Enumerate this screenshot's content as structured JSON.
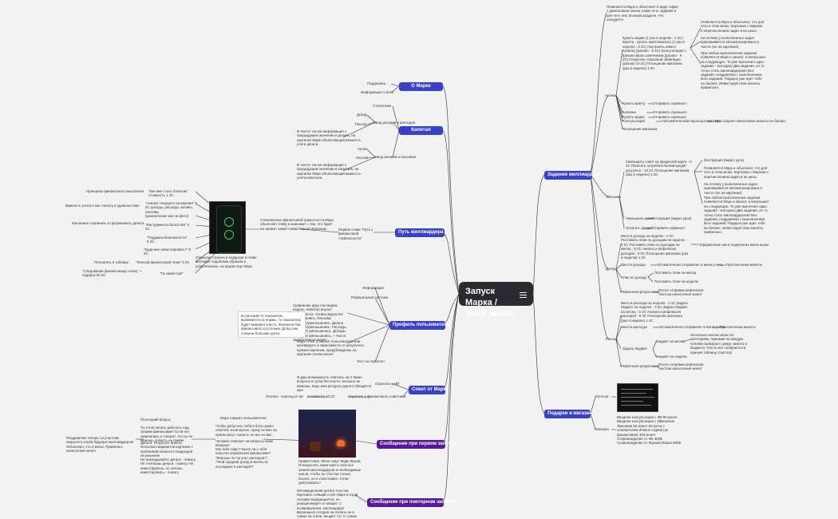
{
  "central": {
    "title": "Запуск Марка / start/ меню",
    "icon": "menu-icon"
  },
  "topics": {
    "o_marke": "О Марке",
    "kapital": "Капитал",
    "put": "Путь миллиардера",
    "profil": "Профиль пользователя",
    "sovet": "Совет от Марка",
    "soob1": "Сообщение при первом запуске",
    "soob2": "Сообщение при повторном запуске",
    "zadaniya": "Задания миллиардера",
    "podarki": "Подарки и магазин"
  },
  "o_marke": {
    "podderzhka": "Поддержка",
    "info": "Информация о боте"
  },
  "kapital": {
    "statistika": "Статистика",
    "vvod_dohodov": "Ввод доходов и расходов",
    "dohod": "Доход",
    "rashod": "Расход",
    "note1": "В тексте так же информация о предыдущем значении и делить, на картинке Марк объясняющий важность учета деньги.",
    "vvod_aktivov": "Ввод активов и пассивов",
    "aktivy": "Актив",
    "passivy": "Пассив",
    "note2": "В тексте так же информация о предыдущем значении в капитале, на картинке Марк объясняющий важность учета капитала."
  },
  "put": {
    "intro": "Становление финансовой грамотности Марк объясняет главу и знакомит с тем, что будет на экране, какая глава Иванов Жуковым",
    "first": "Первая глава \"Путь к финансовой стабильности\"",
    "screen_caption": "Открытие строчек и подарков в главе выглядит подобным образом в развлечениях, на рядом еще Марк",
    "items": [
      {
        "label": "\"Как мне стать богатым\" стоимость 1 2С",
        "left": "Принципы финансового мышления"
      },
      {
        "label": "\"Анализ текущего положения\" 2 2С доходы, расходы, активы, пассивы",
        "left": "Важность учета и как считать в удовольствие"
      },
      {
        "label": "(развлечение как на фото)",
        "left": ""
      },
      {
        "label": "\"Инструменты богатства\" 3 2С",
        "left": "Как можно сохранить и преумножить деньги"
      },
      {
        "label": "\"Подушка безопасности\" 5 2С",
        "left": ""
      },
      {
        "label": "\"Куда мне инвестировать?\" 5 2С",
        "left": ""
      },
      {
        "label": "\"Личный финансовый план\" 5 2С",
        "left": "Поплатить в таблице"
      },
      {
        "label": "\"Ты инвестор!\"",
        "left": "\"Следование финансовому плану\" + подарок 20 2С"
      }
    ]
  },
  "profil": {
    "informaciya": "Информация",
    "referalnaya": "Реферальная система",
    "block": "Сравнение двух последних недель. Капитал вырос/уменьшился. Активы выросли/уменьшились. Пассивы выросли/уменьшились. Деньги выросли/уменьшились. Расходы выросли/ уменьшились. Доходы выросли/ уменьшились. + число заработанных монет",
    "left_note": "Если какой-то показатель выбивается из нормы, то показатель будет выведен учесть. Финансистом финансового состояния. Допустим спецкои большие долги",
    "mark_note": "Марк стоит и хвалит пользователя или мотивирует, в зависимости от результата нужная картинка, предубежденнь на картинке сколки монет",
    "test": "Тест на психотип"
  },
  "sovet": {
    "top_text": "Я даю возможность ответить на 2 твоих вопроса в сутки бесплатно. Больше не можешь, ведь мои ресурсы дорого обходятся мне",
    "sprosit": "Спросить у ИИ",
    "oplata": "Оплата - переход в чат",
    "stoimost": "Стоимость 10 2С",
    "konsultant": "Спросить у финансового советника"
  },
  "soob1": {
    "last_q": "Последний вопрос",
    "col1": [
      "Ты готов начать работать над своими финансами? Если нет, завалились и говорит, что ты не можешь попасть на приём",
      "Деньги. Результат анкеты, несколько вариантов картинки с проблемой клиента и надеждой на решение",
      "Не накладывайте деньги - помогу Не считаешь деньги - помогу Не инвестируешь, но хочешь инвестировать - помогу"
    ],
    "left_note": "Поздравляю теперь ты участник закрытого клуба будущих миллиардеров! Объясняет, что в меню. Правила в начисление монет",
    "mark_header": "Марк говорит пользователю:",
    "col2": [
      "Чтобы допустить тебя в бота нужно ответить на вопросы, сразу из мне на прием могут попасть не все из вас.",
      "Человек отвечает на вопросы ниже вводные",
      "Как тебя зовут? Были ли у тебя попытки управления финансами? \"Верныш ли ты учет расходов?\", \"Твой средний доход в месяц за последние 6 месяцев?\""
    ],
    "image_caption": "Приветствие. Меня зовут Марк Жуков. Я вопросить азиатский в себе все знания миллиардеров и необходимые шагов, чтобы ты стал им только богаче, но и счастливее. Готов действовать?"
  },
  "soob2": {
    "note": "Мотивационная цитата текстом. Картинка: спящий стоит Марк и когда человек возвращается, он реакционирует и говорит: С возвращением, миллиардер! Вернешься сегодня ли полное не в самое на стихи, вещает тот то самое"
  },
  "zadaniya": {
    "intro": "Появляется Марк и объясняет в виде гифки с диалоговым окном, какие есть задания и для чего они. В каком разделе, что находится",
    "aktivy": "Активы",
    "aktivy_buy": "Купить акцию (1 раз в неделю - 2 2С) Крипта - купить криптовалюту (1 раз в неделю - 2 2С) Настроить инвест копилку (разово - 5 2С) Консультация с финансовым советником (разово - 5 2С) Открытие страховой облигации (разово 10 2С) Посещение магазина (раз в неделю) 1 2С",
    "aktivy_mark": "Появляется Марк и объясняет, что для чего в этом меню. Картинка с Марком и перечислением задач и их цены",
    "aktivy_notify": "На почему у выполненных задач присваивается автоматизировано в тексте (не на картинке).",
    "aktivy_done": "При любом выполненном задании появляется Марк и хвалит, и вопрошает на следующую. То уже выполнил одно задание - молодец! Два задания, он то точно стать миллиардером!! Все задания, поздравляю с выполнением всех заданий. Подарок уже идет тебе на баланс. Инвестируй свои монеты правильно.",
    "kupit_akciyu": "Купить акцию",
    "kupit_kriptu": "Купить крипту",
    "kopilka": "Копилка",
    "konsultaciya": "Консультация",
    "poseshchenie": "Посещение магазина",
    "otpravit_skrin": "Отправить скриншот",
    "auto_perehod": "Автоматический переход в магазин",
    "pri_pokupke": "При покупке начисление монеты на баланс",
    "passivy": "Пассивы",
    "passivy_text": "Уменьшить совет на кредитной карте - 5 2С Погасить потребительский кредит досрочно - 10 2С Посещение магазина (раз в неделю) 1 2С",
    "instrukciya_video": "Инструкция (видео урок)",
    "passivy_mark": "Появляется Марк и объясняет, что для чего в этом меню. Картинка с Марком и перечислением задач и их цены",
    "passivy_notify": "На почему у выполненных задач присваивается автоматизировано в тексте (не на картинке).",
    "passivy_done": "При любом выполненном задании появляется Марк и хвалит, и вопрошает на следующую. То уже выполнил одно задание - молодец! Два задания, он то точно стать миллиардером!! Все задания, поздравляю с выполнением всех заданий. Подарок уже идет тебе на баланс. Инвестируй свои монеты правильно.",
    "umenshit": "Уменьшить совет",
    "instrukciya": "Инструкция (видео урок)",
    "pogasit": "Погасить кредит",
    "dohod": "Доход",
    "dohod_text": "Внести доходы за неделю - 2 2С Поставить план по доходам на неделю - 3 2С Поставить план по доходам на месяц - 5 2С Анализ и рефлексия доходов - 3 2С Посещение магазина (раз в неделю) 1 2С",
    "oformlenie": "Оформление как в подпунктах меню выше",
    "vnesti_dohody": "Внести доходы",
    "auto_menu": "Автоматически отправляет в меню учета",
    "pri_vnesenii": "При внесении монеты",
    "plan_dohody": "План по доходу",
    "plan_mesyac": "Поставить план на месяц",
    "plan_nedelya": "Поставить план на неделю",
    "refleksiya": "Рефлексия результатов",
    "posle_refleksii": "После отправки рефлексии текстом начисление монет",
    "rashody": "Расход",
    "rashody_text": "Внести расходы за неделю - 2 2С Задать бюджет на неделю - 3 2С Задать бюджет на месяц - 5 2С Анализ и рефлексия расходов - 5 2С Посещение магазина (раз в неделю) 1 2С",
    "vnesti_rashody": "Внести расходы",
    "auto_menu2": "Автоматически отправляет в меню учета",
    "pri_vnesenii2": "При внесении монеты",
    "zadat_byudzhet": "Задать бюджет",
    "byudzhet_mesyac": "Бюджет на месяц",
    "byudzhet_note": "Несколько кнопок меню по категориям, нажимая на каждую человек выбирает сумму лимита и бюджета. После все собирается в единую таблицу (тексток)",
    "byudzhet_nedelya": "Бюджет на неделю",
    "refleksiya2": "Рефлексия результатов",
    "posle_refleksii2": "После отправки рефлексии текстом начисление монет"
  },
  "podarki": {
    "ruletka": "Рулетка",
    "magazin": "Магазин",
    "magazin_text": "Вводная консультация с ФК 50 монет Вводная консультация с Ивановым Жуковым 50 монет Встреча с основателем Zhukov Capital (не финансовая) 100 монет Сопровождение от ФК 300$ Сопровождение от Жукова Ивана 500$"
  }
}
